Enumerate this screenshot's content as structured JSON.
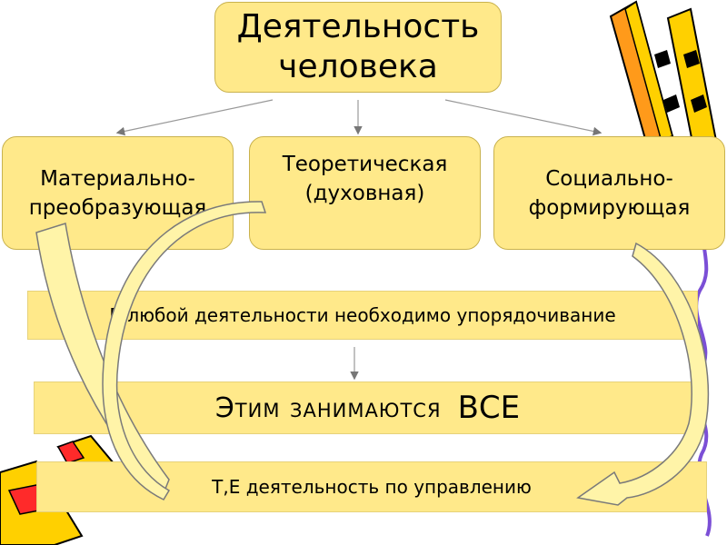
{
  "diagram": {
    "root": {
      "line1": "Деятельность",
      "line2": "человека"
    },
    "types": [
      {
        "line1": "Материально-",
        "line2": "преобразующая"
      },
      {
        "line1": "Теоретическая",
        "line2": "(духовная)"
      },
      {
        "line1": "Социально-",
        "line2": "формирующая"
      }
    ],
    "statement": "В любой деятельности необходимо упорядочивание",
    "who": {
      "prefix": "Этим занимаются",
      "emphasis": "ВСЕ"
    },
    "conclusion": "Т,Е деятельность по управлению"
  },
  "decor": {
    "box_fill": "#ffe98a",
    "box_border": "#c9b24e",
    "curve_fill": "#fff4a8",
    "curve_stroke": "#7a7a7a",
    "pencil_icon": "pencil-icon"
  }
}
